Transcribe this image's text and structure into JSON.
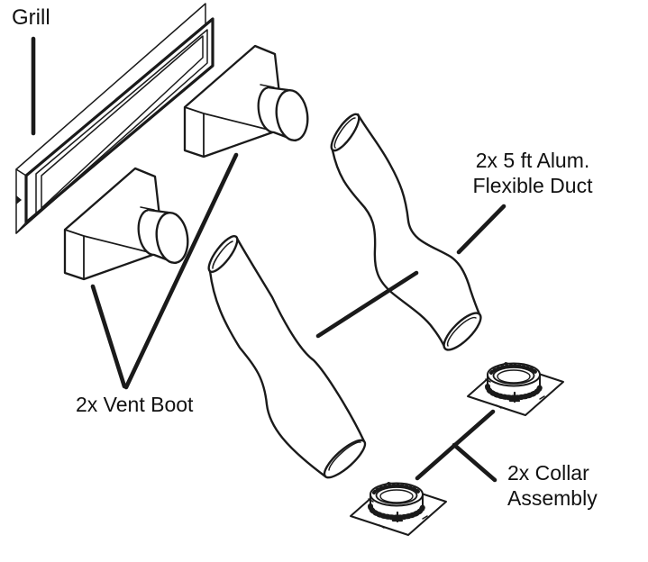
{
  "diagram": {
    "background_color": "#ffffff",
    "line_color": "#1a1a1a",
    "text_color": "#111111",
    "labels": {
      "grill": "Grill",
      "vent_boot": "2x Vent Boot",
      "flexible_duct": {
        "line1": "2x 5 ft Alum.",
        "line2": "Flexible Duct"
      },
      "collar_assembly": {
        "line1": "2x Collar",
        "line2": "Assembly"
      }
    }
  }
}
